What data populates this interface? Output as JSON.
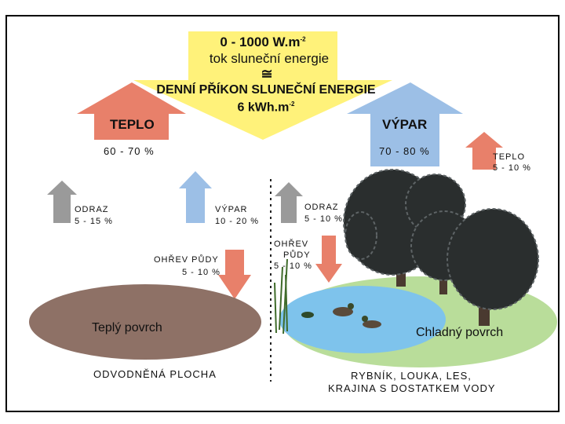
{
  "top": {
    "line1": "0 - 1000 W.m",
    "line1_sup": "-2",
    "line2": "tok sluneční energie",
    "approx": "≅",
    "line3": "DENNÍ PŘÍKON SLUNEČNÍ ENERGIE",
    "line4": "6 kWh.m",
    "line4_sup": "-2"
  },
  "left_big": {
    "label": "TEPLO",
    "value": "60 - 70 %"
  },
  "right_big": {
    "label": "VÝPAR",
    "value": "70 - 80 %"
  },
  "teplo_small": {
    "label": "TEPLO",
    "value": "5 - 10 %"
  },
  "odraz_left": {
    "label": "ODRAZ",
    "value": "5 - 15 %"
  },
  "vypar_left": {
    "label": "VÝPAR",
    "value": "10 - 20 %"
  },
  "odraz_right": {
    "label": "ODRAZ",
    "value": "5 - 10 %"
  },
  "ohrev_left": {
    "label": "OHŘEV PŮDY",
    "value": "5 - 10 %"
  },
  "ohrev_right": {
    "label1": "OHŘEV",
    "label2": "PŮDY",
    "value": "5 - 10 %"
  },
  "warm_surface": "Teplý povrch",
  "cold_surface": "Chladný povrch",
  "bottom_left": "ODVODNĚNÁ PLOCHA",
  "bottom_right_1": "RYBNÍK, LOUKA, LES,",
  "bottom_right_2": "KRAJINA S DOSTATKEM VODY",
  "colors": {
    "sun_yellow": "#fff27a",
    "heat_red": "#e8806a",
    "evap_blue": "#9cbfe6",
    "reflect_gray": "#9a9a9a",
    "soil_brown": "#8e7166",
    "water_blue": "#7ec3ec",
    "meadow_green": "#b9dd9a",
    "tree_dark": "#2a2e2e"
  }
}
